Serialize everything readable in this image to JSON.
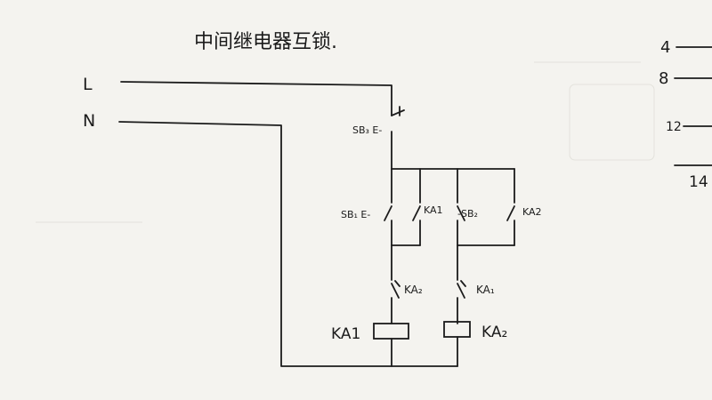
{
  "diagram": {
    "title": "中间继电器互锁.",
    "lines": {
      "l": "L",
      "n": "N"
    },
    "components": {
      "sb3": "SB₃ E-",
      "sb1": "SB₁ E-",
      "ka1_hold": "KA1",
      "sb2": "-SB₂",
      "ka2_hold": "KA2",
      "ka2_interlock": "KA₂",
      "ka1_interlock": "KA₁",
      "ka1_coil": "KA1",
      "ka2_coil": "KA₂"
    },
    "pins": [
      "4",
      "8",
      "12",
      "14"
    ]
  }
}
